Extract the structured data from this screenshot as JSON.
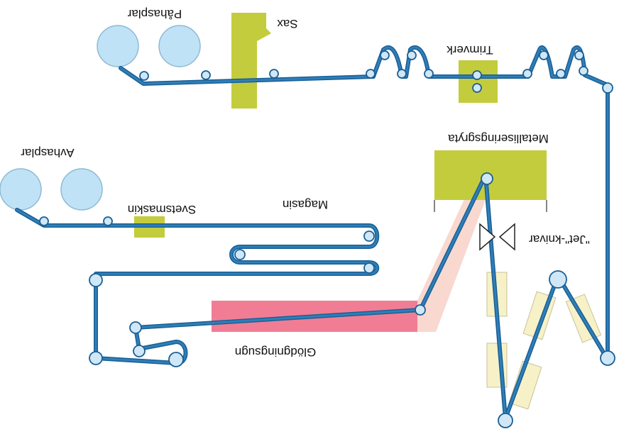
{
  "diagram": {
    "title": "",
    "labels": {
      "rewind_coilers": "Påhasplar",
      "shear": "Sax",
      "tension_leveller": "Trimverk",
      "uncoilers": "Avhasplar",
      "welder": "Svetsmaskin",
      "accumulator": "Magasin",
      "coating_pot": "Metalliseringsgryta",
      "jet_knives": "\"Jet\"-knivar",
      "annealing_furnace": "Glödgningsugn"
    },
    "colors": {
      "strip": "#2f7fb9",
      "strip_edge": "#1a5f94",
      "roll": "#bfe2f7",
      "machine": "#c3cc3c",
      "furnace": "#f07d94",
      "furnace_channel": "#f8d8cf",
      "cooler": "#f7f1c8",
      "background": "#ffffff"
    },
    "icons": {
      "coil": "circle",
      "pulley": "small-circle",
      "jet_knife": "triangle-nozzle"
    }
  }
}
